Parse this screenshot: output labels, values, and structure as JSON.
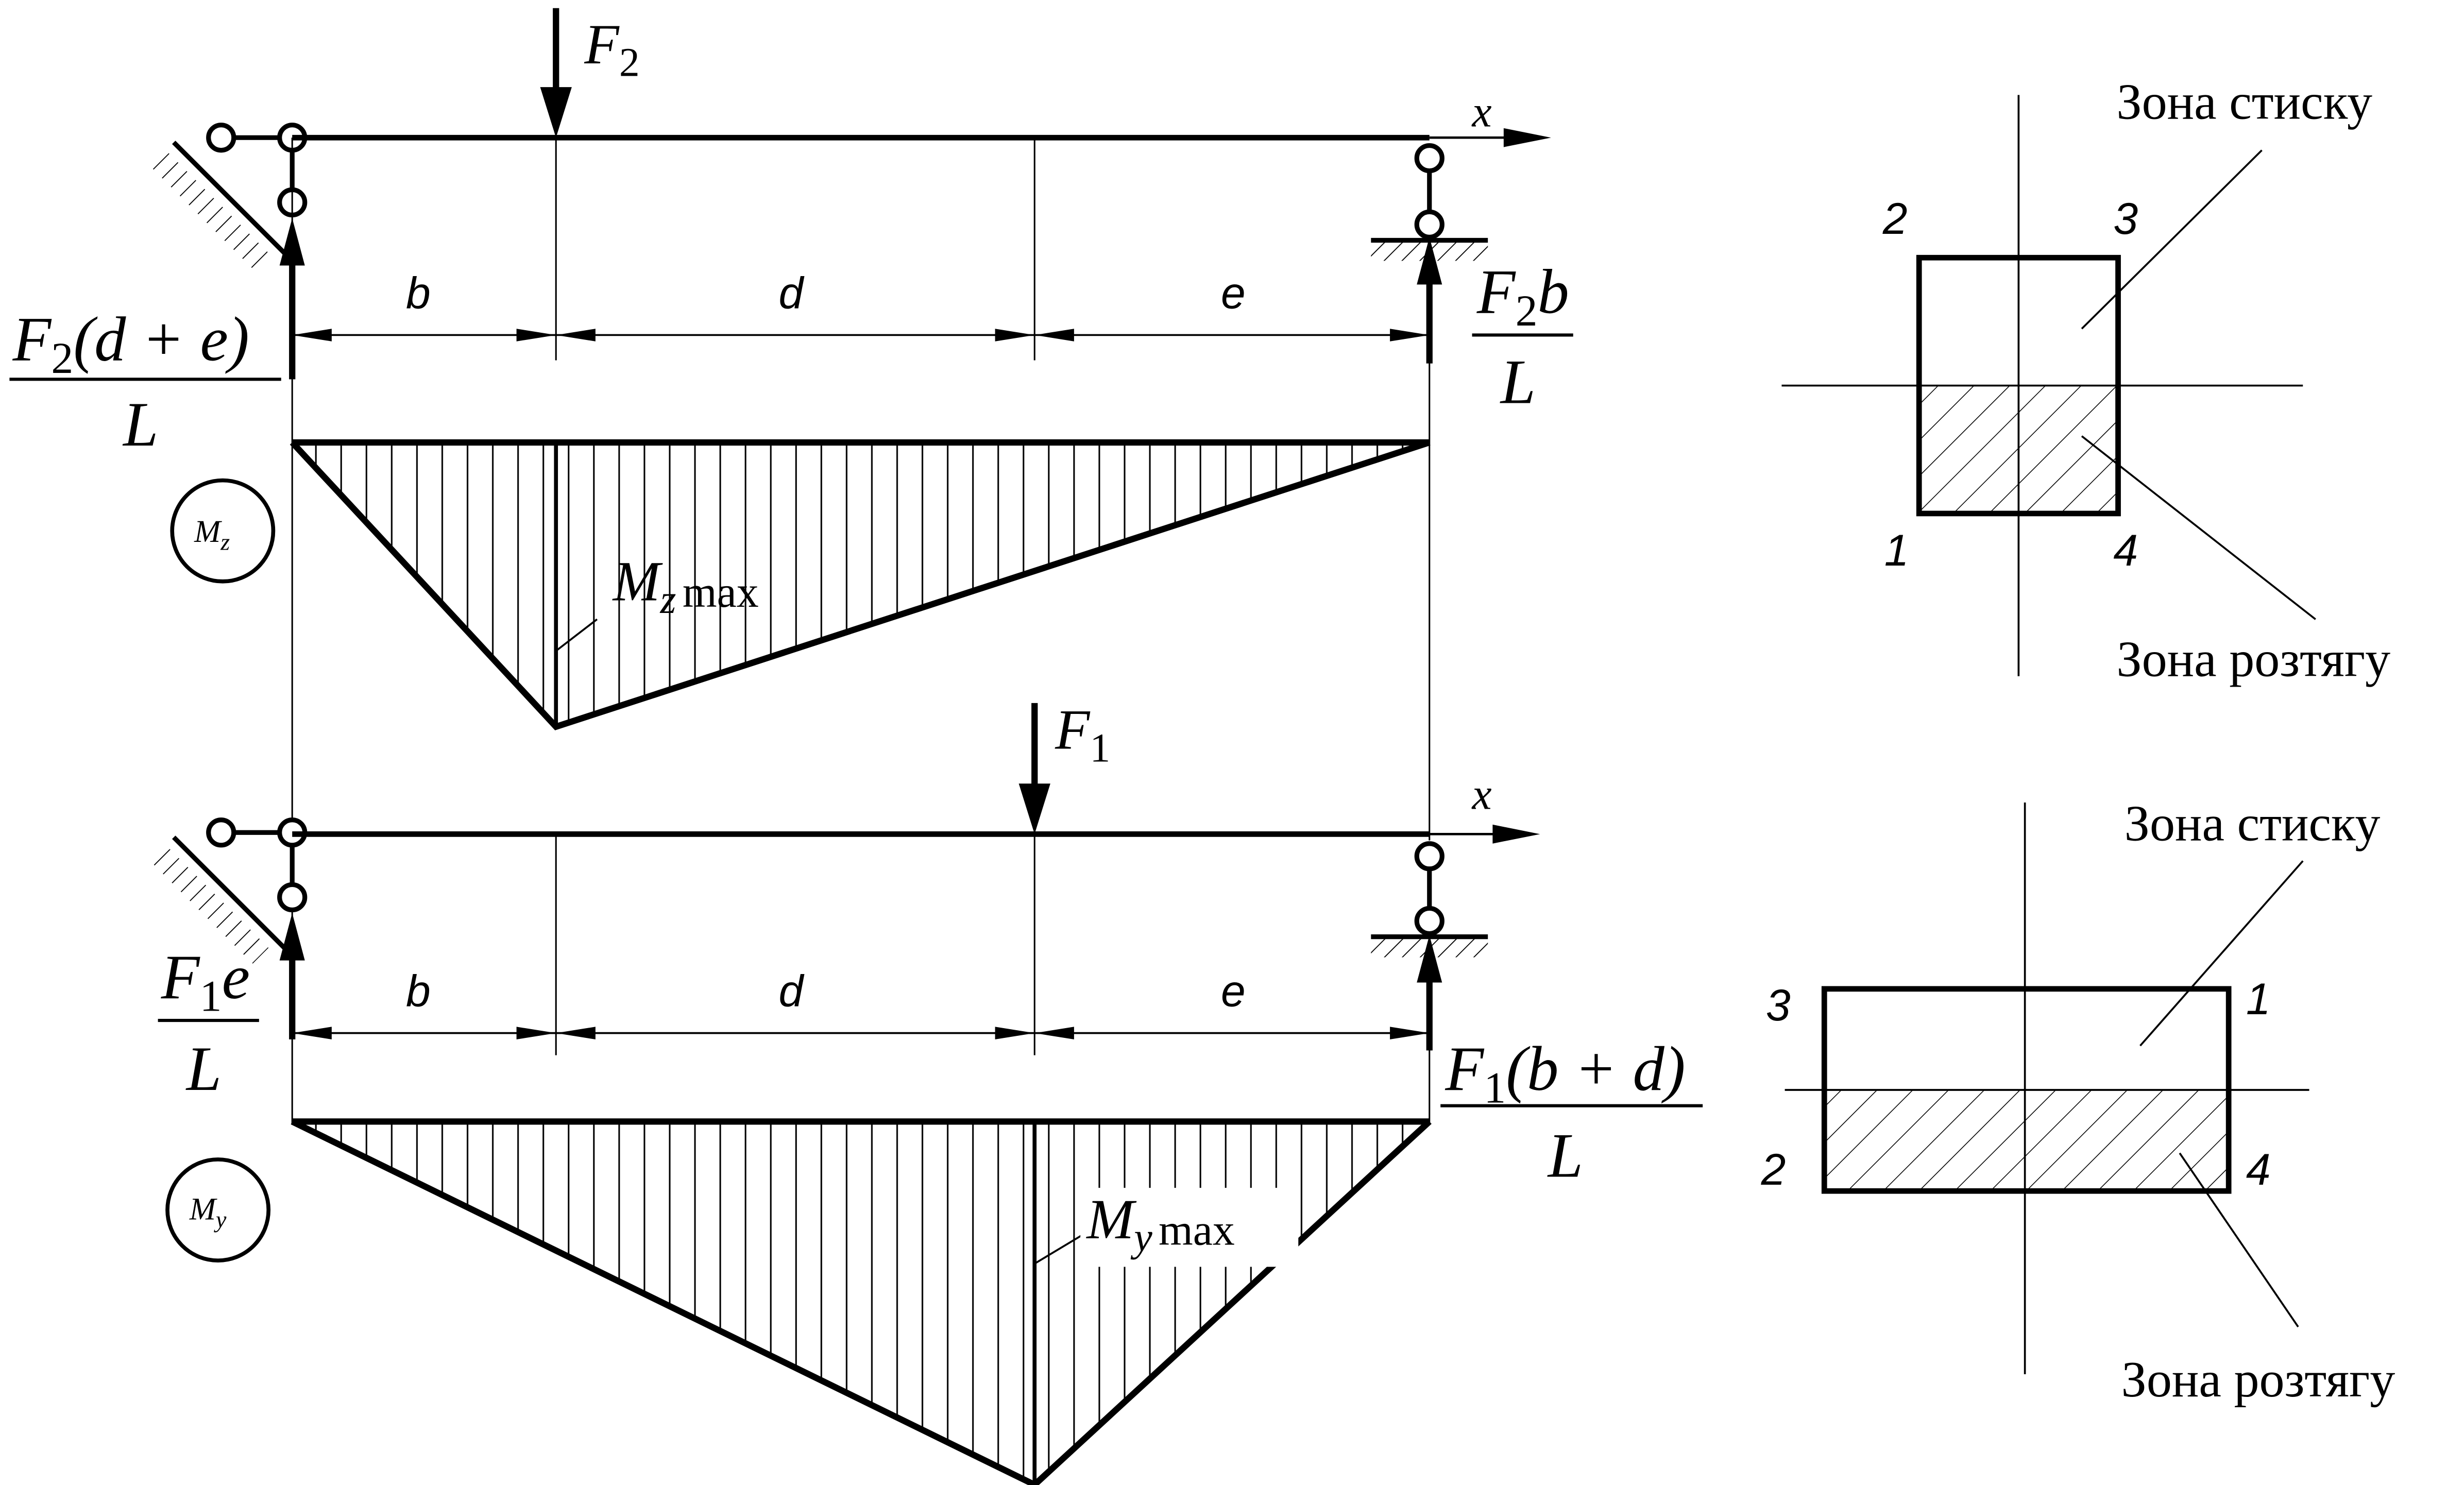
{
  "top": {
    "force": "F",
    "force_sub": "2",
    "axis": "x",
    "left_reaction": {
      "f": "F",
      "sub": "2",
      "rest": "(d + e)",
      "den": "L"
    },
    "right_reaction": {
      "f": "F",
      "sub": "2",
      "rest": "b",
      "den": "L"
    },
    "dims": {
      "b": "b",
      "d": "d",
      "e": "e"
    },
    "diagram_badge": {
      "m": "M",
      "sub": "z"
    },
    "max_label": {
      "m": "M",
      "sub": "z",
      "tail": "max"
    },
    "section": {
      "top_zone": "Зона стиску",
      "bottom_zone": "Зона розтягу",
      "corners": [
        "2",
        "3",
        "1",
        "4"
      ]
    }
  },
  "bottom": {
    "force": "F",
    "force_sub": "1",
    "axis": "x",
    "left_reaction": {
      "f": "F",
      "sub": "1",
      "rest": "e",
      "den": "L"
    },
    "right_reaction": {
      "f": "F",
      "sub": "1",
      "rest": "(b + d)",
      "den": "L"
    },
    "dims": {
      "b": "b",
      "d": "d",
      "e": "e"
    },
    "diagram_badge": {
      "m": "M",
      "sub": "y"
    },
    "max_label": {
      "m": "M",
      "sub": "y",
      "tail": "max"
    },
    "section": {
      "top_zone": "Зона стиску",
      "bottom_zone": "Зона розтягу",
      "corners": [
        "3",
        "1",
        "2",
        "4"
      ]
    }
  }
}
